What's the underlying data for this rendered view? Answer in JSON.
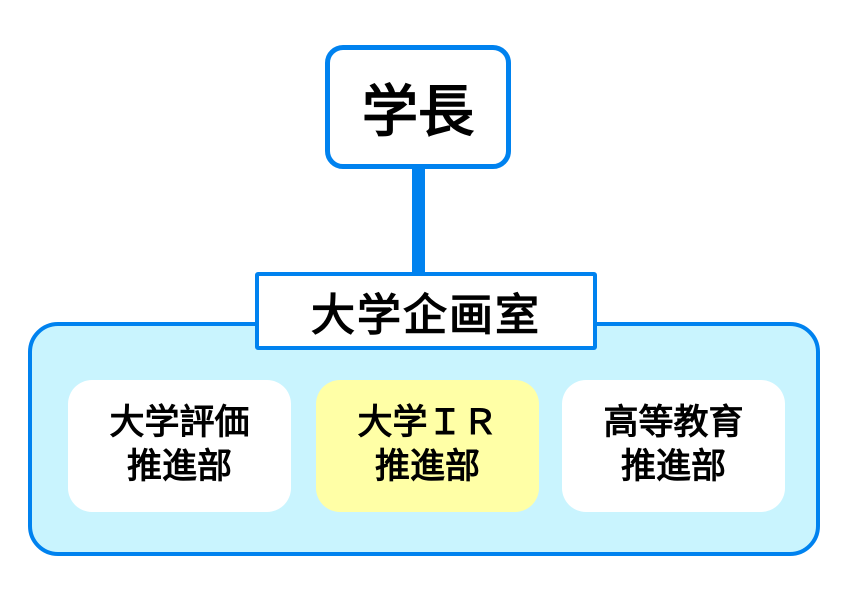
{
  "org_chart": {
    "president_label": "学長",
    "planning_office_label": "大学企画室",
    "departments": [
      {
        "line1": "大学評価",
        "line2": "推進部",
        "highlight": false
      },
      {
        "line1": "大学ＩＲ",
        "line2": "推進部",
        "highlight": true
      },
      {
        "line1": "高等教育",
        "line2": "推進部",
        "highlight": false
      }
    ],
    "colors": {
      "accent_blue": "#0082ef",
      "container_fill": "#c9f4fe",
      "highlight_yellow": "#ffffa6",
      "box_white": "#ffffff",
      "text_black": "#000000"
    }
  }
}
